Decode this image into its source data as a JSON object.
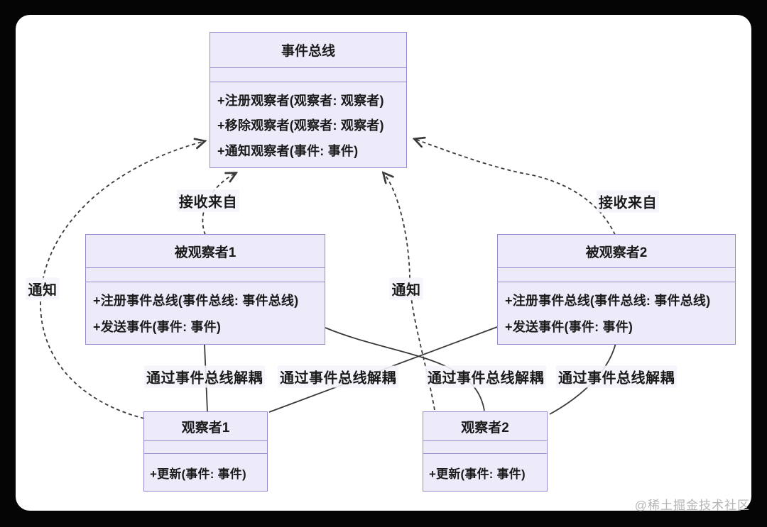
{
  "diagram": {
    "title_hint": "事件总线观察者模式 UML 类图",
    "classes": [
      {
        "id": "event-bus",
        "title": "事件总线",
        "attributes": [],
        "methods": [
          "+注册观察者(观察者: 观察者)",
          "+移除观察者(观察者: 观察者)",
          "+通知观察者(事件: 事件)"
        ]
      },
      {
        "id": "observable-1",
        "title": "被观察者1",
        "attributes": [],
        "methods": [
          "+注册事件总线(事件总线: 事件总线)",
          "+发送事件(事件: 事件)"
        ]
      },
      {
        "id": "observable-2",
        "title": "被观察者2",
        "attributes": [],
        "methods": [
          "+注册事件总线(事件总线: 事件总线)",
          "+发送事件(事件: 事件)"
        ]
      },
      {
        "id": "observer-1",
        "title": "观察者1",
        "attributes": [],
        "methods": [
          "+更新(事件: 事件)"
        ]
      },
      {
        "id": "observer-2",
        "title": "观察者2",
        "attributes": [],
        "methods": [
          "+更新(事件: 事件)"
        ]
      }
    ],
    "edges": [
      {
        "id": "receive-from-1",
        "from": "被观察者1",
        "to": "事件总线",
        "label": "接收来自",
        "style": "dashed-arrow"
      },
      {
        "id": "receive-from-2",
        "from": "被观察者2",
        "to": "事件总线",
        "label": "接收来自",
        "style": "dashed-arrow"
      },
      {
        "id": "notify-1",
        "from": "观察者1",
        "to": "事件总线",
        "label": "通知",
        "style": "dashed-arrow"
      },
      {
        "id": "notify-2",
        "from": "观察者2",
        "to": "事件总线",
        "label": "通知",
        "style": "dashed-arrow"
      },
      {
        "id": "decouple-1",
        "from": "被观察者1",
        "to": "观察者1",
        "label": "通过事件总线解耦",
        "style": "solid"
      },
      {
        "id": "decouple-2",
        "from": "被观察者2",
        "to": "观察者1",
        "label": "通过事件总线解耦",
        "style": "solid"
      },
      {
        "id": "decouple-3",
        "from": "被观察者1",
        "to": "观察者2",
        "label": "通过事件总线解耦",
        "style": "solid"
      },
      {
        "id": "decouple-4",
        "from": "被观察者2",
        "to": "观察者2",
        "label": "通过事件总线解耦",
        "style": "solid"
      }
    ],
    "colors": {
      "box_fill": "#EDEBF9",
      "box_border": "#978BD2",
      "edge": "#3a3a3a",
      "text": "#1a1a1a",
      "canvas": "#ffffff",
      "frame": "#050505",
      "watermark": "#b5b5b5"
    }
  },
  "watermark": "@稀土掘金技术社区"
}
